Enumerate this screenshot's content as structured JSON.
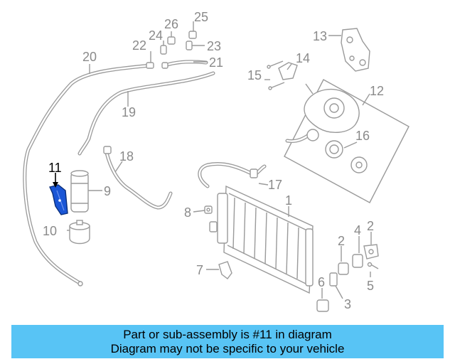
{
  "callouts": {
    "c1": "1",
    "c2a": "2",
    "c2b": "2",
    "c3": "3",
    "c4": "4",
    "c5": "5",
    "c6": "6",
    "c7": "7",
    "c8": "8",
    "c9": "9",
    "c10": "10",
    "c11": "11",
    "c12": "12",
    "c13": "13",
    "c14": "14",
    "c15": "15",
    "c16": "16",
    "c17": "17",
    "c18": "18",
    "c19": "19",
    "c20": "20",
    "c21": "21",
    "c22": "22",
    "c23": "23",
    "c24": "24",
    "c25": "25",
    "c26": "26"
  },
  "highlighted_part": "11",
  "colors": {
    "banner": "#58c4f5",
    "diagram_line": "#9a9a9a",
    "highlight": "#1a56d6"
  },
  "banner": {
    "line1": "Part or sub-assembly is #11 in diagram",
    "line2": "Diagram may not be specific to your vehicle"
  }
}
